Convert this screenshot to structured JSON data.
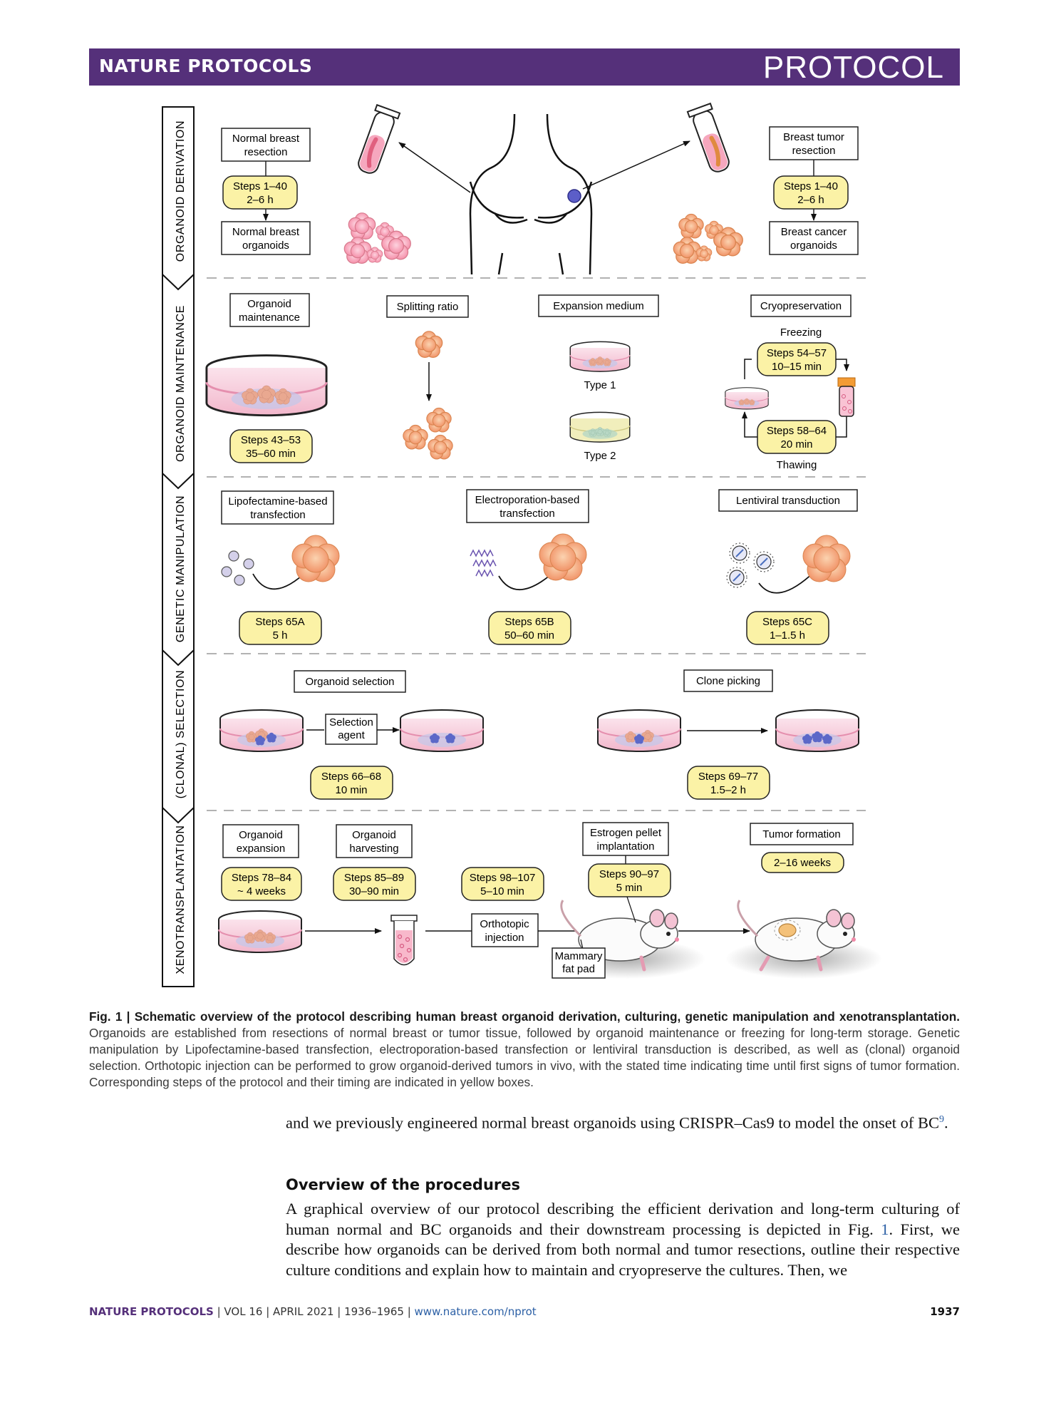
{
  "header": {
    "journal": "NATURE PROTOCOLS",
    "article_type": "PROTOCOL"
  },
  "figure": {
    "sections": [
      "ORGANOID DERIVATION",
      "ORGANOID MAINTENANCE",
      "GENETIC MANIPULATION",
      "(CLONAL) SELECTION",
      "XENOTRANSPLANTATION"
    ],
    "derivation": {
      "normal_resection": [
        "Normal breast",
        "resection"
      ],
      "normal_steps": [
        "Steps 1–40",
        "2–6 h"
      ],
      "normal_organoids": [
        "Normal breast",
        "organoids"
      ],
      "tumor_resection": [
        "Breast tumor",
        "resection"
      ],
      "tumor_steps": [
        "Steps 1–40",
        "2–6 h"
      ],
      "tumor_organoids": [
        "Breast cancer",
        "organoids"
      ]
    },
    "maintenance": {
      "organoid_maintenance": [
        "Organoid",
        "maintenance"
      ],
      "maintenance_steps": [
        "Steps 43–53",
        "35–60 min"
      ],
      "splitting_ratio": "Splitting ratio",
      "expansion_medium": "Expansion medium",
      "type1": "Type 1",
      "type2": "Type 2",
      "cryopreservation": "Cryopreservation",
      "freezing": "Freezing",
      "freezing_steps": [
        "Steps 54–57",
        "10–15 min"
      ],
      "thawing_steps": [
        "Steps 58–64",
        "20 min"
      ],
      "thawing": "Thawing"
    },
    "genetic": {
      "lipofectamine": [
        "Lipofectamine-based",
        "transfection"
      ],
      "lipofectamine_steps": [
        "Steps 65A",
        "5 h"
      ],
      "electroporation": [
        "Electroporation-based",
        "transfection"
      ],
      "electroporation_steps": [
        "Steps 65B",
        "50–60 min"
      ],
      "lentiviral": "Lentiviral transduction",
      "lentiviral_steps": [
        "Steps 65C",
        "1–1.5 h"
      ]
    },
    "selection": {
      "organoid_selection": "Organoid selection",
      "selection_agent": [
        "Selection",
        "agent"
      ],
      "selection_steps": [
        "Steps 66–68",
        "10 min"
      ],
      "clone_picking": "Clone picking",
      "clone_steps": [
        "Steps 69–77",
        "1.5–2 h"
      ]
    },
    "xeno": {
      "organoid_expansion": [
        "Organoid",
        "expansion"
      ],
      "expansion_steps": [
        "Steps 78–84",
        "~ 4 weeks"
      ],
      "organoid_harvesting": [
        "Organoid",
        "harvesting"
      ],
      "harvesting_steps": [
        "Steps 85–89",
        "30–90 min"
      ],
      "injection_steps": [
        "Steps 98–107",
        "5–10 min"
      ],
      "orthotopic_injection": [
        "Orthotopic",
        "injection"
      ],
      "estrogen_pellet": [
        "Estrogen pellet",
        "implantation"
      ],
      "estrogen_steps": [
        "Steps 90–97",
        "5 min"
      ],
      "mammary_fat_pad": [
        "Mammary",
        "fat pad"
      ],
      "tumor_formation": "Tumor formation",
      "tumor_weeks": "2–16 weeks"
    }
  },
  "caption": {
    "bold": "Fig. 1 | Schematic overview of the protocol describing human breast organoid derivation, culturing, genetic manipulation and xenotransplantation.",
    "text": " Organoids are established from resections of normal breast or tumor tissue, followed by organoid maintenance or freezing for long-term storage. Genetic manipulation by Lipofectamine-based transfection, electroporation-based transfection or lentiviral transduction is described, as well as (clonal) organoid selection. Orthotopic injection can be performed to grow organoid-derived tumors in vivo, with the stated time indicating time until first signs of tumor formation. Corresponding steps of the protocol and their timing are indicated in yellow boxes."
  },
  "body": {
    "para1_start": "and we previously engineered normal breast organoids using CRISPR–Cas9 to model the onset of BC",
    "para1_ref": "9",
    "para1_end": ".",
    "heading": "Overview of the procedures",
    "para2_start": "A graphical overview of our protocol describing the efficient derivation and long-term culturing of human normal and BC organoids and their downstream processing is depicted in Fig. ",
    "para2_ref": "1",
    "para2_end": ". First, we describe how organoids can be derived from both normal and tumor resections, outline their respective culture conditions and explain how to maintain and cryopreserve the cultures. Then, we"
  },
  "footer": {
    "journal": "NATURE PROTOCOLS",
    "citation": " | VOL 16 | APRIL 2021 | 1936–1965 | ",
    "url": "www.nature.com/nprot",
    "page": "1937"
  },
  "colors": {
    "brand_purple": "#55307a",
    "step_box_yellow": "#fbf2a6",
    "link_blue": "#2b5fa5",
    "organoid_orange": "#f2a57c"
  }
}
